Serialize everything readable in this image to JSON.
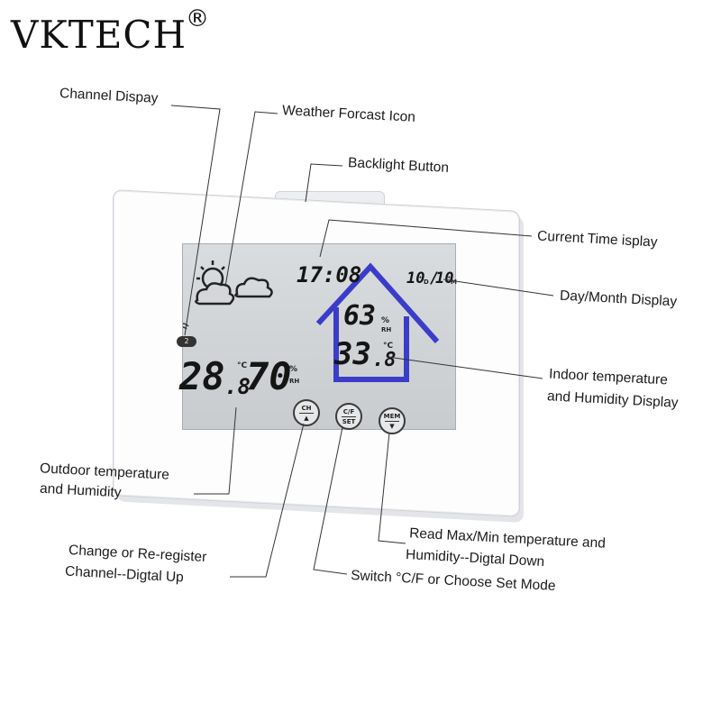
{
  "brand": {
    "name": "VKTECH",
    "registered": "®"
  },
  "device": {
    "time": "17:08",
    "date_day": "10",
    "date_day_unit": "D",
    "date_month": "10",
    "date_month_unit": "M",
    "indoor_humidity": "63",
    "indoor_humidity_unit": "%",
    "indoor_humidity_rh": "RH",
    "indoor_temp_main": "33",
    "indoor_temp_decimal": ".8",
    "indoor_temp_unit": "°C",
    "outdoor_temp_main": "28",
    "outdoor_temp_decimal": ".8",
    "outdoor_temp_unit": "°C",
    "outdoor_humidity": "70",
    "outdoor_humidity_unit": "%",
    "outdoor_humidity_rh": "RH",
    "channel_indicator": "2",
    "buttons": {
      "ch_top": "CH",
      "ch_bottom": "▲",
      "cf_top": "C/F",
      "cf_bottom": "SET",
      "mem_top": "MEM",
      "mem_bottom": "▼"
    }
  },
  "callouts": {
    "channel_display": "Channel Dispay",
    "weather_icon": "Weather Forcast Icon",
    "backlight": "Backlight Button",
    "current_time": "Current Time isplay",
    "day_month": "Day/Month Display",
    "indoor_line1": "Indoor temperature",
    "indoor_line2": "and Humidity Display",
    "outdoor_line1": "Outdoor temperature",
    "outdoor_line2": "and Humidity",
    "ch_line1": "Change or Re-register",
    "ch_line2": "Channel--Digtal Up",
    "cf_line1": "Switch °C/F or Choose Set Mode",
    "mem_line1": "Read Max/Min temperature and",
    "mem_line2": "Humidity--Digtal Down"
  },
  "colors": {
    "house_outline": "#3b3dc9",
    "lcd_bg": "#cfd2d5"
  },
  "icons": [
    "sun-cloud-icon",
    "cloud-icon",
    "house-outline-icon",
    "signal-icon"
  ]
}
